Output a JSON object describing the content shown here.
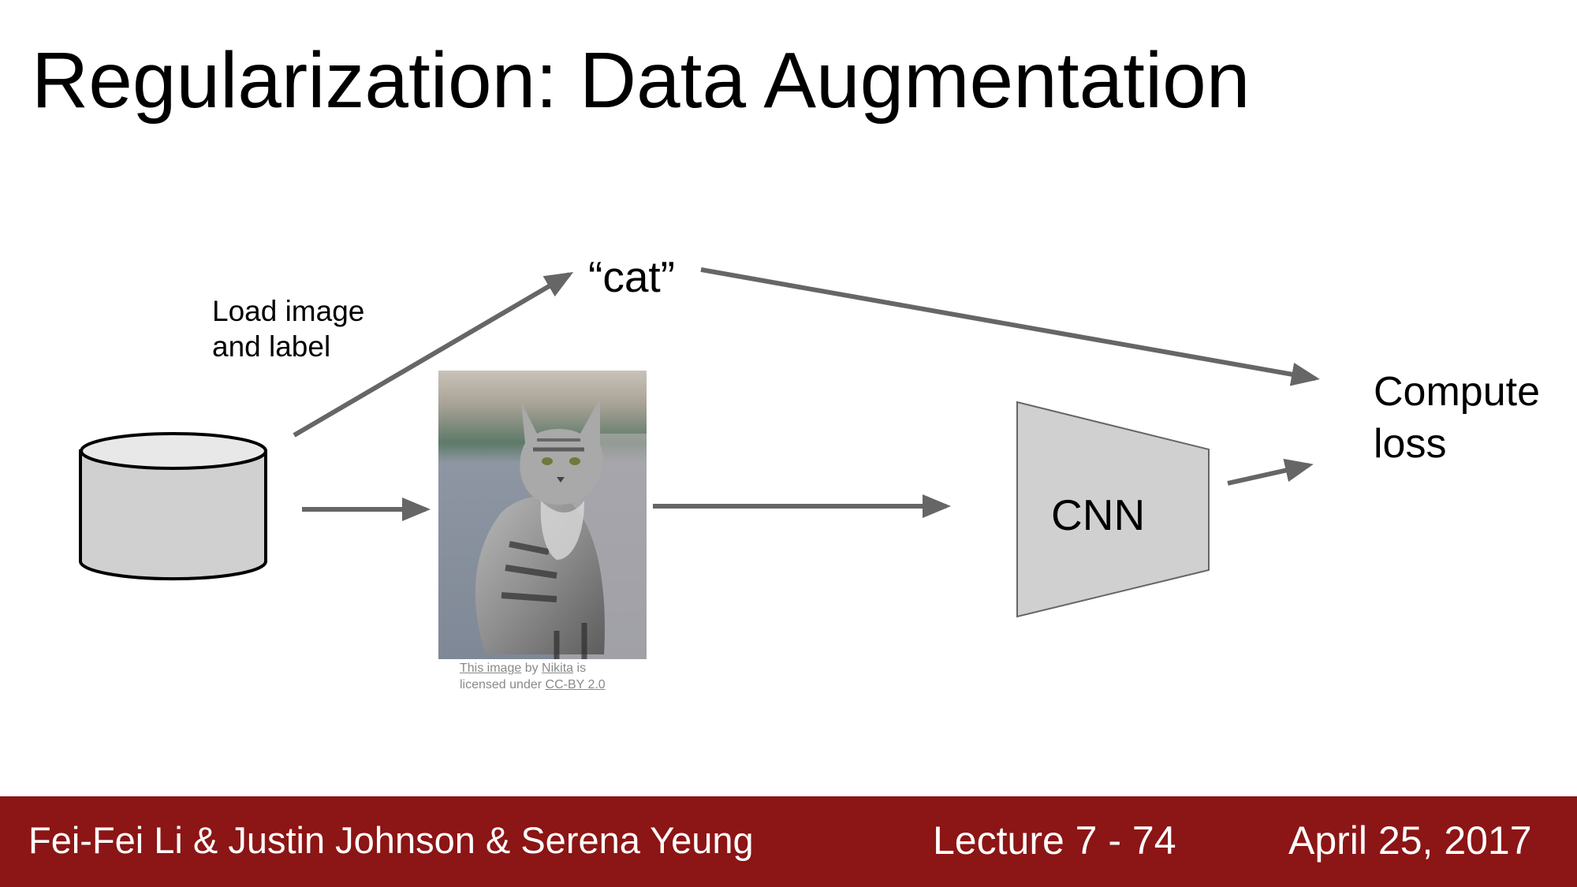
{
  "title": "Regularization: Data Augmentation",
  "diagram": {
    "load_label_line1": "Load image",
    "load_label_line2": "and label",
    "cat_label": "“cat”",
    "cnn_label": "CNN",
    "compute_line1": "Compute",
    "compute_line2": "loss",
    "photo_icon": "cat-photo"
  },
  "credit": {
    "part1": "This image",
    "part2": " by ",
    "part3": "Nikita",
    "part4": " is",
    "part5": "licensed under ",
    "part6": "CC-BY 2.0"
  },
  "footer": {
    "authors": "Fei-Fei Li & Justin Johnson & Serena Yeung",
    "lecture": "Lecture 7 - 74",
    "date": "April 25, 2017"
  },
  "colors": {
    "footer_bg": "#8c1515",
    "arrow": "#666666",
    "shape_fill": "#d0d0d0"
  }
}
